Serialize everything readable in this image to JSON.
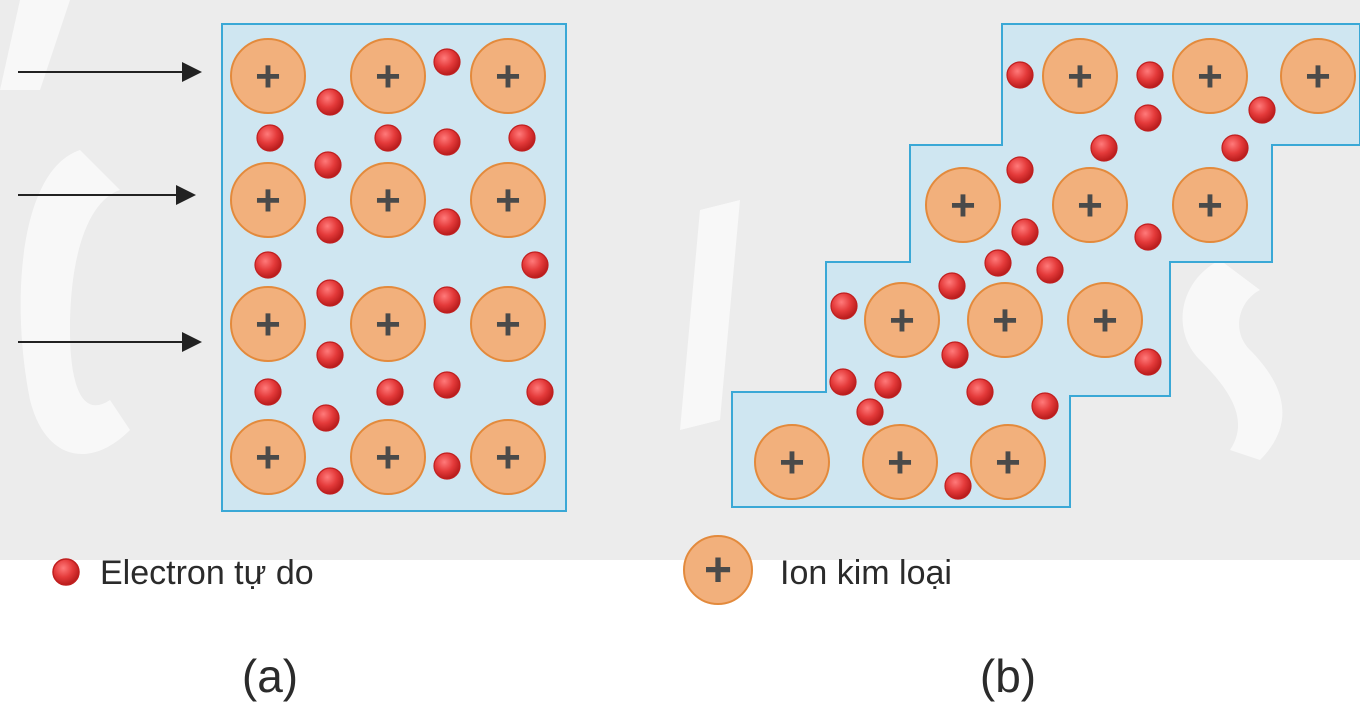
{
  "diagram": {
    "legend": {
      "electron_label": "Electron tự do",
      "ion_label": "Ion kim loại",
      "ion_symbol": "+"
    },
    "panels": [
      {
        "id": "a",
        "label": "(a)"
      },
      {
        "id": "b",
        "label": "(b)"
      }
    ],
    "colors": {
      "background_band": "#ececec",
      "crystal_fill": "#cfe6f1",
      "crystal_border": "#3aa8d6",
      "ion_fill": "#f2b07c",
      "ion_border": "#e38a3c",
      "electron_fill": "#e43a3a",
      "electron_border": "#c01f1f",
      "arrow": "#222222"
    }
  }
}
